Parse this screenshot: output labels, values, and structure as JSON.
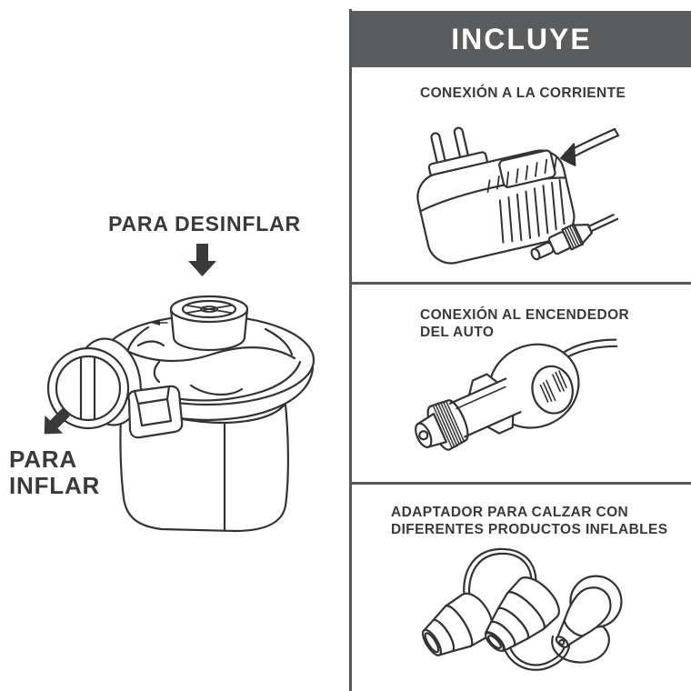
{
  "colors": {
    "background": "#ffffff",
    "panel_line": "#55565a",
    "header_bg": "#5b5c5e",
    "header_text": "#ffffff",
    "ink": "#3a3a3a",
    "line_art": "#333333"
  },
  "left_diagram": {
    "deflate_label": "PARA DESINFLAR",
    "inflate_label": "PARA\nINFLAR",
    "illustration": "air-pump"
  },
  "right_panel": {
    "header": "INCLUYE",
    "sections": [
      {
        "title": "CONEXIÓN A LA CORRIENTE",
        "illustration": "ac-power-adapter"
      },
      {
        "title": "CONEXIÓN AL ENCENDEDOR\nDEL AUTO",
        "illustration": "car-lighter-adapter"
      },
      {
        "title": "ADAPTADOR PARA CALZAR CON\nDIFERENTES PRODUCTOS INFLABLES",
        "illustration": "inflatable-nozzle-adapters"
      }
    ]
  }
}
